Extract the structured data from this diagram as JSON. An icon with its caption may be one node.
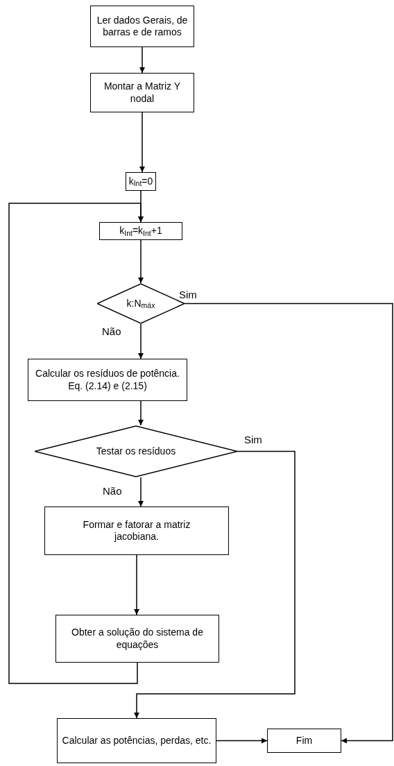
{
  "diagram": {
    "nodes": [
      {
        "text": [
          "Ler dados Gerais, de barras e de ramos"
        ]
      },
      {
        "text": [
          "Montar a Matriz Y nodal"
        ]
      },
      {
        "text": [
          "k$_{Int}$=0"
        ]
      },
      {
        "text": [
          "k$_{Int}$=k$_{Int}$+1"
        ]
      },
      {
        "text": [
          "k:N$_{máx}$"
        ]
      },
      {
        "text": [
          "Calcular os resíduos de potência. Eq. (2.14) e (2.15)"
        ]
      },
      {
        "text": [
          "Testar os resíduos"
        ]
      },
      {
        "text": [
          "Formar e fatorar a matriz jacobiana."
        ]
      },
      {
        "text": [
          "Obter a solução do sistema de equações"
        ]
      },
      {
        "text": [
          "Calcular as potências, perdas, etc."
        ]
      },
      {
        "text": [
          "Fim"
        ]
      }
    ],
    "edges": [
      {
        "from": 0,
        "to": 1,
        "arrow": "to"
      },
      {
        "from": 1,
        "to": 2,
        "arrow": "to"
      },
      {
        "from": 2,
        "to": 3,
        "arrow": "to"
      },
      {
        "from": 8,
        "to": 3,
        "arrow": "to"
      },
      {
        "from": 3,
        "to": 4,
        "arrow": "to"
      },
      {
        "from": 4,
        "to": 5,
        "arrow": "to",
        "label": "Não"
      },
      {
        "from": 4,
        "to": 10,
        "arrow": "to",
        "label": "Sim"
      },
      {
        "from": 5,
        "to": 6,
        "arrow": "to"
      },
      {
        "from": 6,
        "to": 7,
        "arrow": "to",
        "label": "Não"
      },
      {
        "from": 6,
        "to": 9,
        "arrow": "to",
        "label": "Sim"
      },
      {
        "from": 7,
        "to": 8,
        "arrow": "to"
      },
      {
        "from": 9,
        "to": 10,
        "arrow": "to"
      }
    ]
  }
}
